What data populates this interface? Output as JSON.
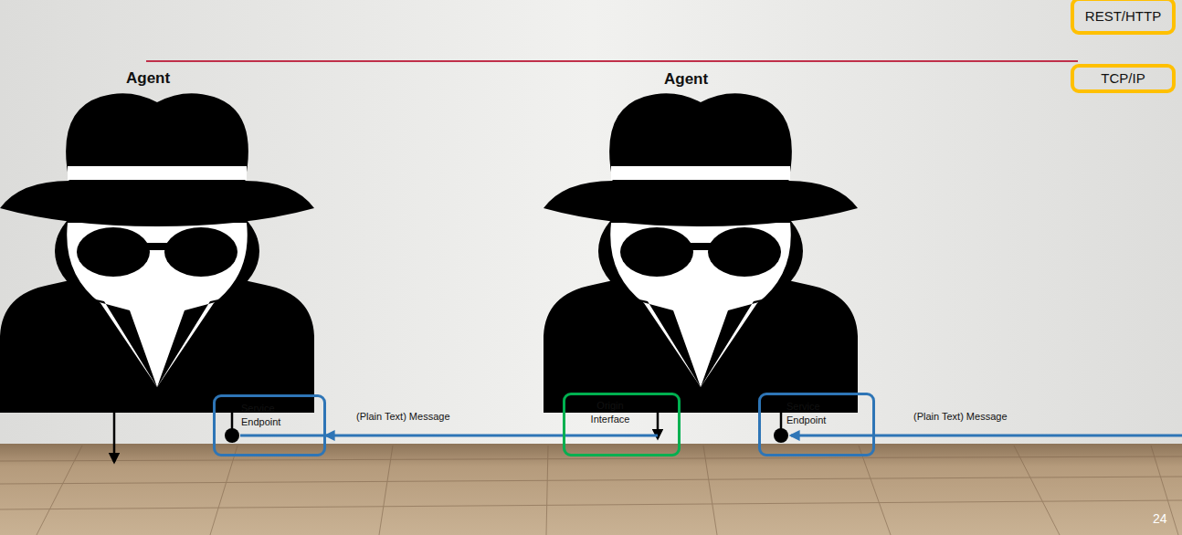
{
  "diagram": {
    "nodes": [
      {
        "text": [
          "REST/HTTP"
        ]
      },
      {
        "text": [
          "TCP/IP"
        ]
      },
      {
        "text": [
          "Service Endpoint"
        ]
      },
      {
        "text": [
          "Origin Interface"
        ]
      },
      {
        "text": [
          "Service Endpoint"
        ]
      }
    ],
    "edges": [
      {
        "from": 3,
        "to": 2,
        "label": "(Plain Text) Message",
        "arrow": "to"
      }
    ],
    "labels": [
      "Agent",
      "Agent",
      "(Plain Text) Message",
      "24"
    ]
  }
}
